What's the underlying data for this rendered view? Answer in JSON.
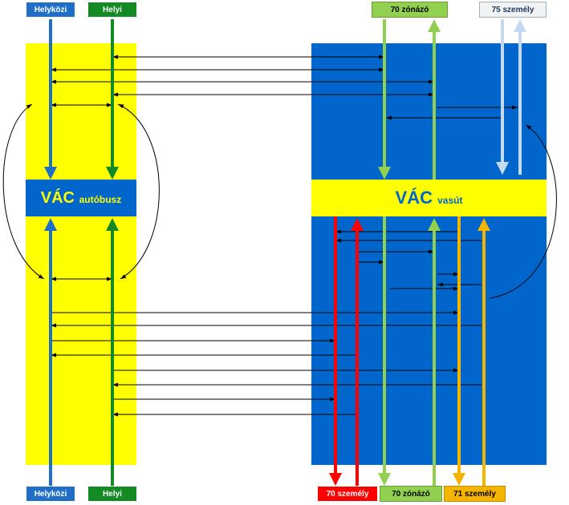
{
  "labels": {
    "helykozi_top": "Helyközi",
    "helyi_top": "Helyi",
    "zonazo70_top": "70 zónázó",
    "szemely75_top": "75  személy",
    "helykozi_bottom": "Helyközi",
    "helyi_bottom": "Helyi",
    "szemely70_bottom": "70 személy",
    "zonazo70_bottom": "70 zónázó",
    "szemely71_bottom": "71 személy"
  },
  "hubs": {
    "bus": {
      "name": "VÁC",
      "suffix": "autóbusz"
    },
    "rail": {
      "name": "VÁC",
      "suffix": "vasút"
    }
  },
  "colors": {
    "yellow": "#ffff00",
    "blue": "#0066cc",
    "helykozi": "#1f6fc8",
    "helyi": "#138a24",
    "zonazo70": "#92d050",
    "szemely75": "#c5d9f1",
    "szemely70": "#ff0000",
    "szemely71": "#f4b400",
    "connector": "#000000"
  }
}
